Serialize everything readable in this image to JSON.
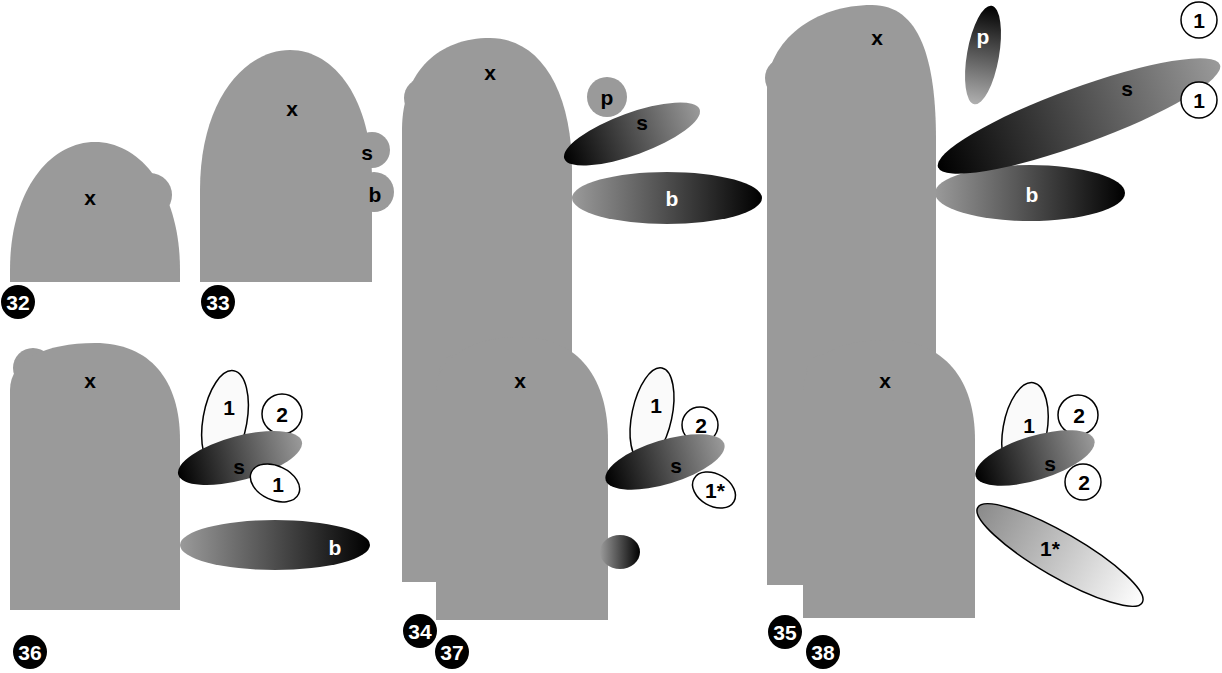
{
  "diagram": {
    "labels": [
      "x",
      "32",
      "x",
      "s",
      "b",
      "33",
      "x",
      "p",
      "s",
      "b",
      "34",
      "x",
      "p",
      "1",
      "s",
      "1",
      "b",
      "35",
      "x",
      "1",
      "2",
      "s",
      "1",
      "b",
      "36",
      "x",
      "1",
      "2",
      "s",
      "1*",
      "37",
      "x",
      "1",
      "2",
      "s",
      "2",
      "1*",
      "38"
    ]
  }
}
